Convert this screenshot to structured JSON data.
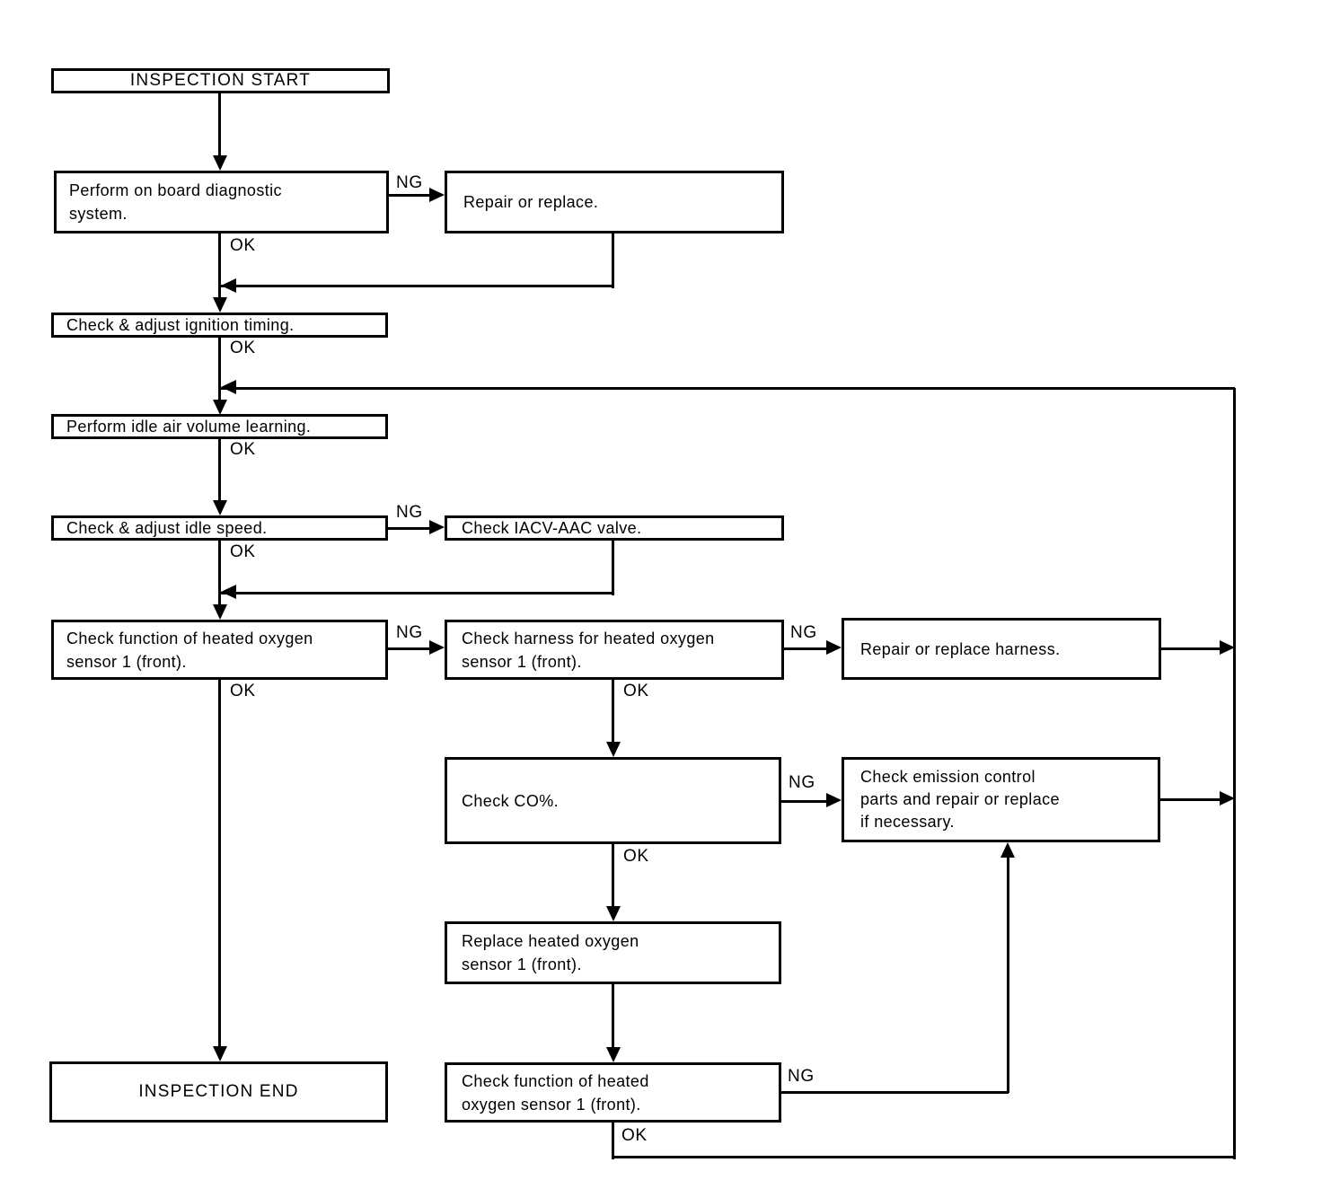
{
  "diagram": {
    "type": "flowchart",
    "labels": {
      "ok": "OK",
      "ng": "NG"
    },
    "nodes": {
      "inspection_start": "INSPECTION START",
      "perform_obd": [
        "Perform on board diagnostic",
        "system."
      ],
      "repair_replace": "Repair or replace.",
      "ignition_timing": "Check & adjust ignition timing.",
      "idle_air_volume": "Perform idle air volume learning.",
      "idle_speed": "Check & adjust idle speed.",
      "iacv_valve": "Check IACV-AAC valve.",
      "o2_function": [
        "Check function of heated oxygen",
        "sensor 1 (front)."
      ],
      "o2_harness": [
        "Check harness for heated oxygen",
        "sensor 1 (front)."
      ],
      "repair_harness": "Repair or replace harness.",
      "check_co": "Check CO%.",
      "emission_control": [
        "Check emission control",
        "parts and repair or replace",
        "if necessary."
      ],
      "replace_o2": [
        "Replace heated oxygen",
        "sensor 1 (front)."
      ],
      "o2_function_2": [
        "Check function of heated",
        "oxygen sensor 1 (front)."
      ],
      "inspection_end": "INSPECTION END"
    },
    "edges": [
      {
        "from": "inspection_start",
        "to": "perform_obd",
        "label": ""
      },
      {
        "from": "perform_obd",
        "to": "repair_replace",
        "label": "NG"
      },
      {
        "from": "perform_obd",
        "to": "ignition_timing",
        "label": "OK"
      },
      {
        "from": "repair_replace",
        "to": "ignition_timing",
        "label": ""
      },
      {
        "from": "ignition_timing",
        "to": "idle_air_volume",
        "label": "OK"
      },
      {
        "from": "idle_air_volume",
        "to": "idle_speed",
        "label": "OK"
      },
      {
        "from": "idle_speed",
        "to": "iacv_valve",
        "label": "NG"
      },
      {
        "from": "idle_speed",
        "to": "o2_function",
        "label": "OK"
      },
      {
        "from": "iacv_valve",
        "to": "o2_function",
        "label": ""
      },
      {
        "from": "o2_function",
        "to": "o2_harness",
        "label": "NG"
      },
      {
        "from": "o2_function",
        "to": "inspection_end",
        "label": "OK"
      },
      {
        "from": "o2_harness",
        "to": "repair_harness",
        "label": "NG"
      },
      {
        "from": "o2_harness",
        "to": "check_co",
        "label": "OK"
      },
      {
        "from": "repair_harness",
        "to": "idle_air_volume",
        "label": ""
      },
      {
        "from": "check_co",
        "to": "emission_control",
        "label": "NG"
      },
      {
        "from": "check_co",
        "to": "replace_o2",
        "label": "OK"
      },
      {
        "from": "emission_control",
        "to": "idle_air_volume",
        "label": ""
      },
      {
        "from": "replace_o2",
        "to": "o2_function_2",
        "label": ""
      },
      {
        "from": "o2_function_2",
        "to": "emission_control",
        "label": "NG"
      },
      {
        "from": "o2_function_2",
        "to": "idle_air_volume",
        "label": "OK"
      }
    ]
  }
}
